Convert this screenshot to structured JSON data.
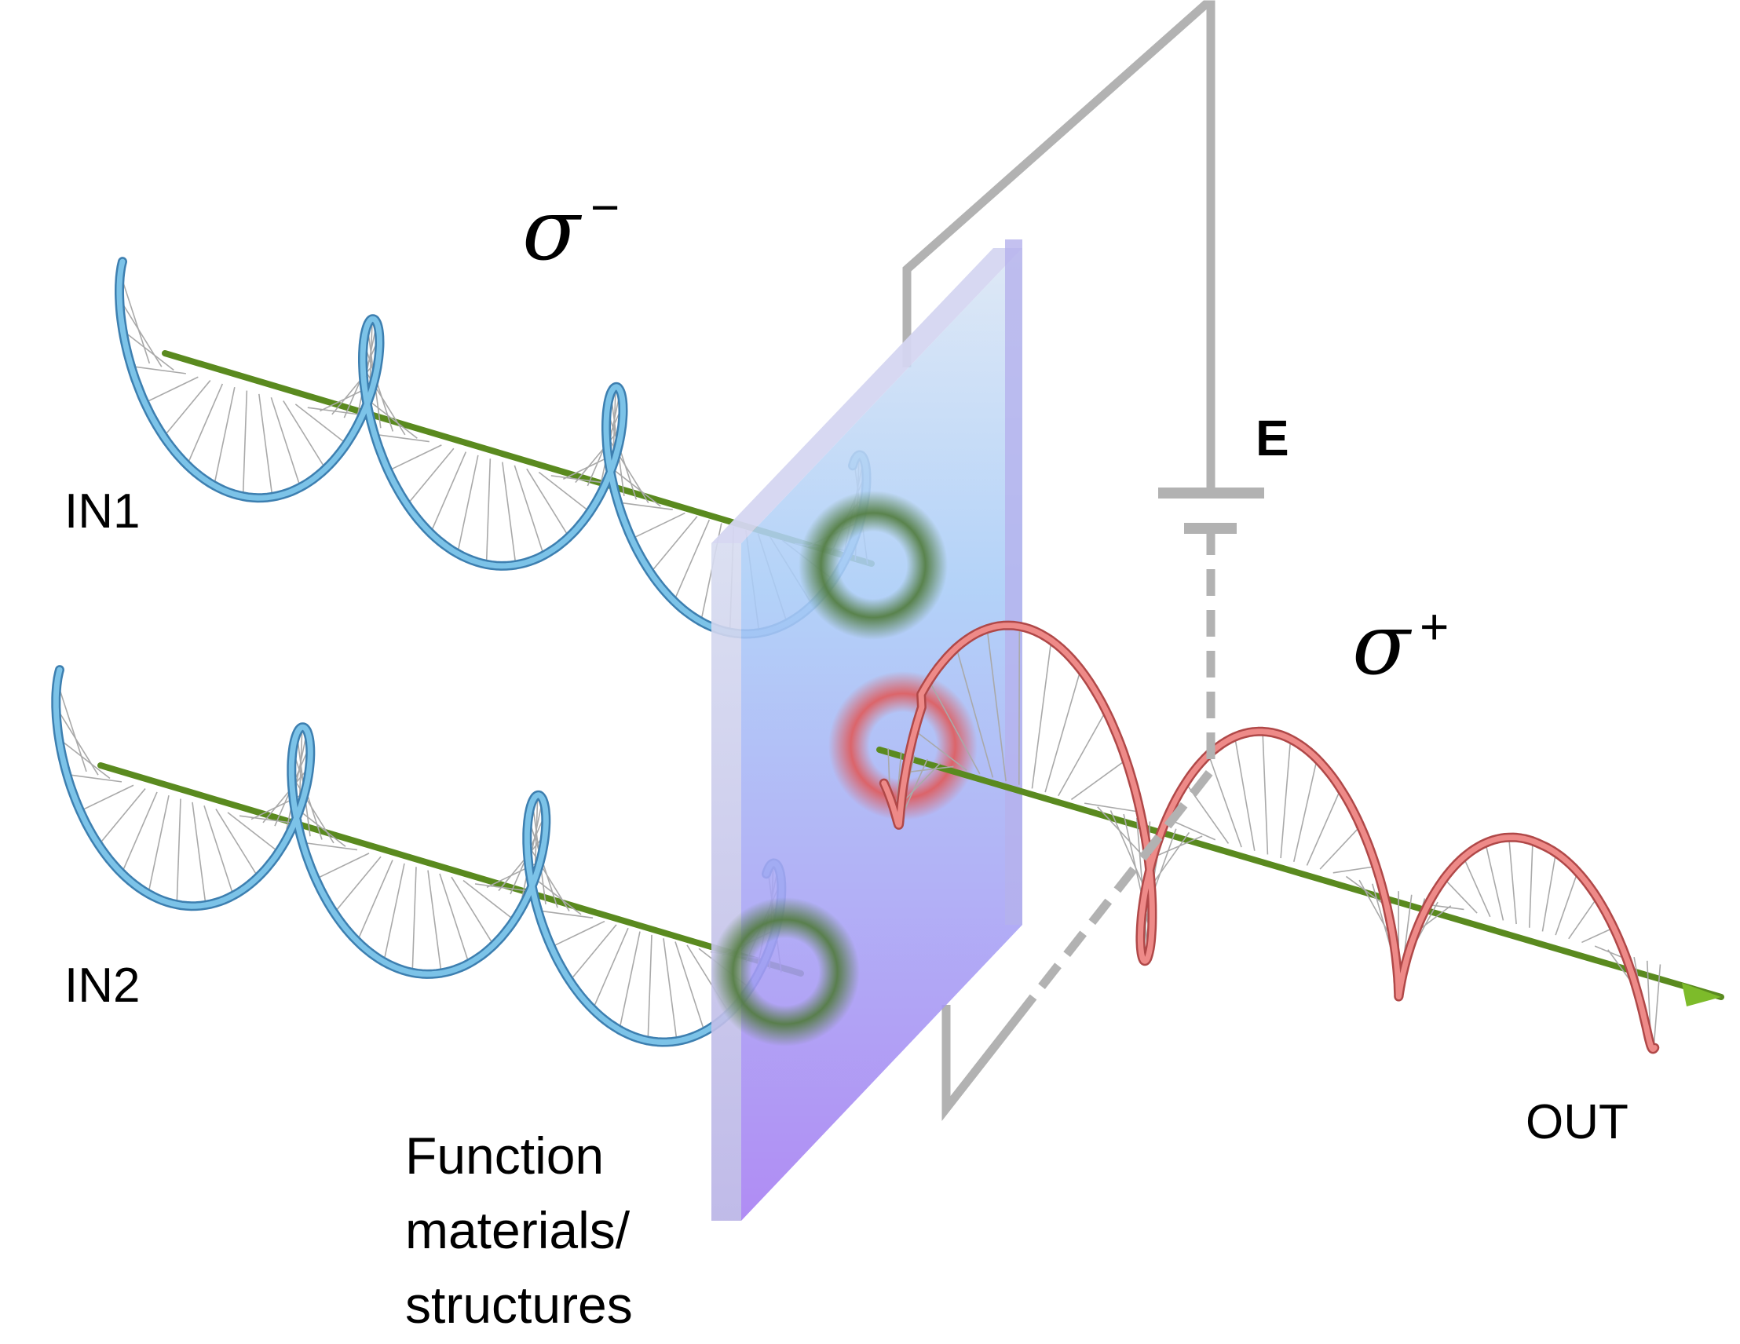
{
  "labels": {
    "input_1": "IN1",
    "input_2": "IN2",
    "output": "OUT",
    "field": "E",
    "material_line1": "Function",
    "material_line2": "materials/",
    "material_line3": "structures"
  },
  "polarization": {
    "input_symbol": "σ",
    "input_sign": "−",
    "output_symbol": "σ",
    "output_sign": "+"
  },
  "colors": {
    "input_wave": "#7cc3e8",
    "output_wave": "#ee8a88",
    "axis": "#5a8a1f",
    "arrow_head": "#7dbb2a",
    "wire": "#b2b2b2",
    "plate_top": "#dbe6f5",
    "plate_bottom": "#a57cf2",
    "spot_input": "#4f7a3a",
    "spot_output": "#e05a5a",
    "field_vectors": "#a9a9a9"
  }
}
